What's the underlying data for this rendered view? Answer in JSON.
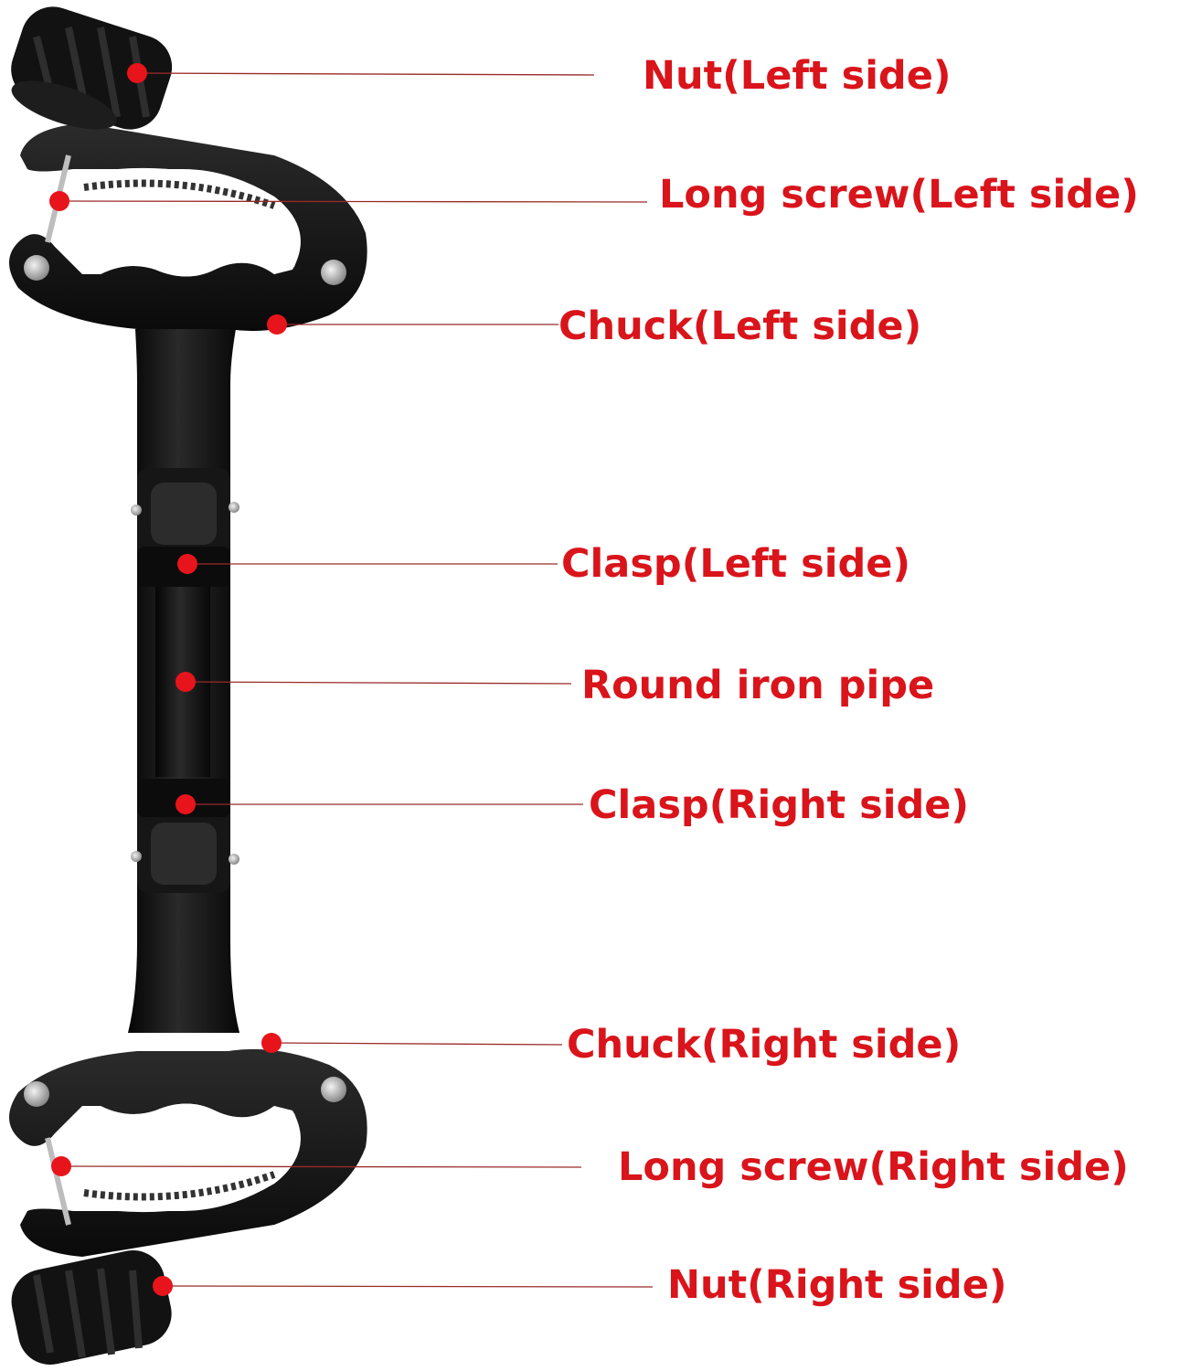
{
  "diagram": {
    "colors": {
      "label": "#d9141b",
      "marker": "#e8141b",
      "leader": "#9b2a2a",
      "part": "#101010",
      "metal": "#c9c9c9"
    },
    "callouts": [
      {
        "id": "nut-left",
        "text": "Nut(Left side)"
      },
      {
        "id": "long-screw-left",
        "text": "Long screw(Left side)"
      },
      {
        "id": "chuck-left",
        "text": "Chuck(Left side)"
      },
      {
        "id": "clasp-left",
        "text": "Clasp(Left side)"
      },
      {
        "id": "round-iron-pipe",
        "text": "Round iron pipe"
      },
      {
        "id": "clasp-right",
        "text": "Clasp(Right side)"
      },
      {
        "id": "chuck-right",
        "text": "Chuck(Right side)"
      },
      {
        "id": "long-screw-right",
        "text": "Long screw(Right side)"
      },
      {
        "id": "nut-right",
        "text": "Nut(Right side)"
      }
    ]
  }
}
